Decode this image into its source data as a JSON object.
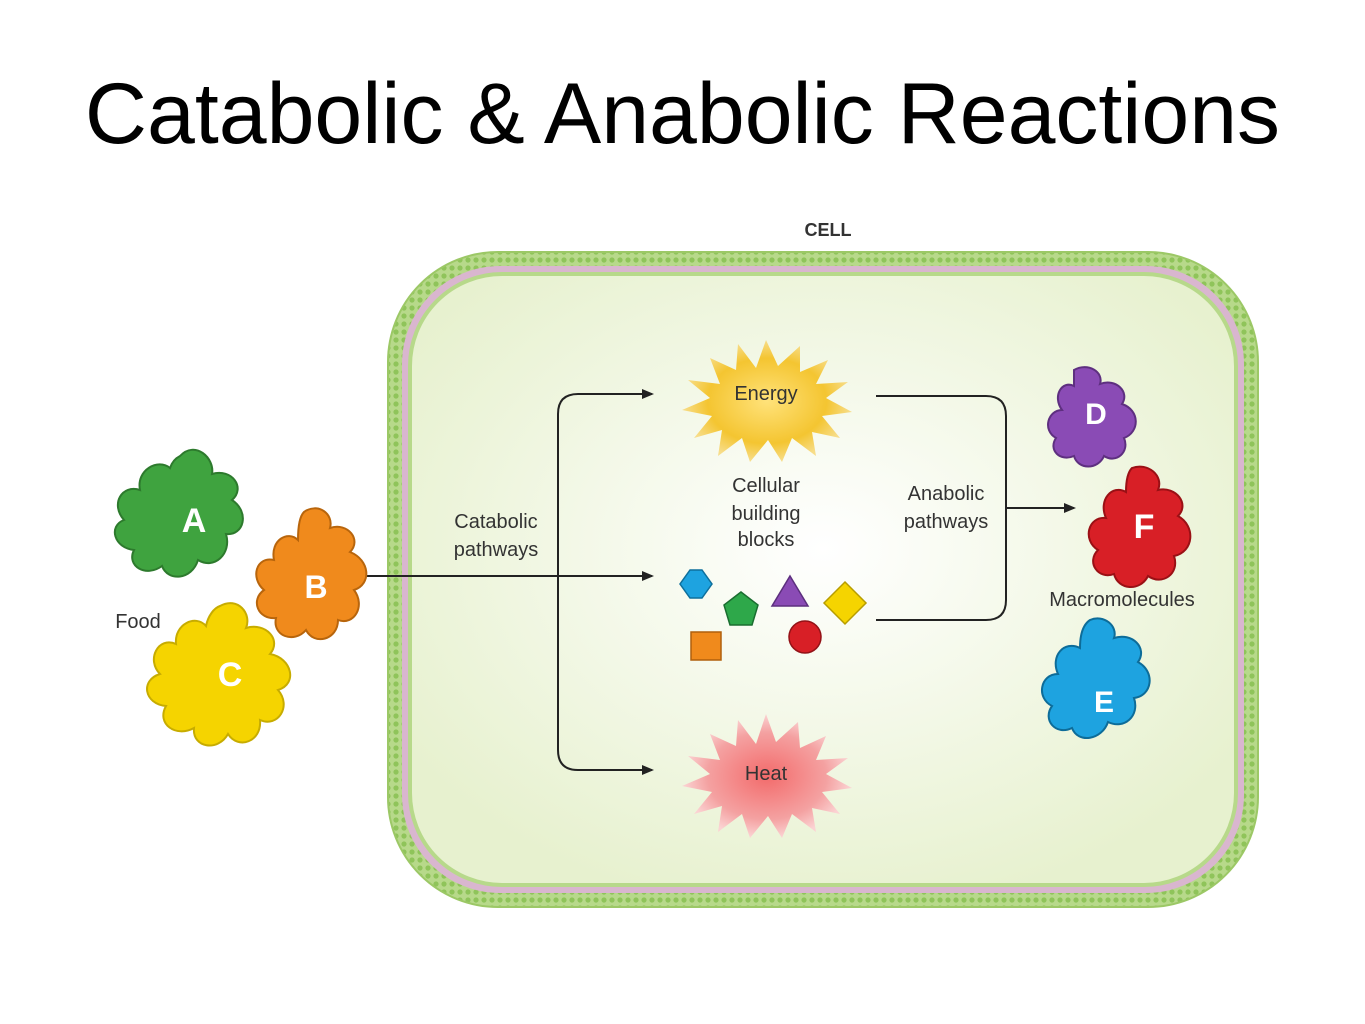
{
  "title": "Catabolic & Anabolic Reactions",
  "labels": {
    "cell": "CELL",
    "food": "Food",
    "catabolic": [
      "Catabolic",
      "pathways"
    ],
    "anabolic": [
      "Anabolic",
      "pathways"
    ],
    "energy": "Energy",
    "heat": "Heat",
    "building_blocks": [
      "Cellular",
      "building",
      "blocks"
    ],
    "macromolecules": "Macromolecules"
  },
  "food_molecules": [
    {
      "letter": "A",
      "color": "#3fa33f"
    },
    {
      "letter": "B",
      "color": "#f08a1c"
    },
    {
      "letter": "C",
      "color": "#f5d400"
    }
  ],
  "macromolecules": [
    {
      "letter": "D",
      "color": "#8a4bb5"
    },
    {
      "letter": "F",
      "color": "#d81f26"
    },
    {
      "letter": "E",
      "color": "#1ea3e0"
    }
  ],
  "colors": {
    "membrane": "#a6cf6f",
    "cytoplasm": "#eef5dc",
    "energy": "#f4c531",
    "heat": "#ef8a8a",
    "arrow": "#222222"
  }
}
